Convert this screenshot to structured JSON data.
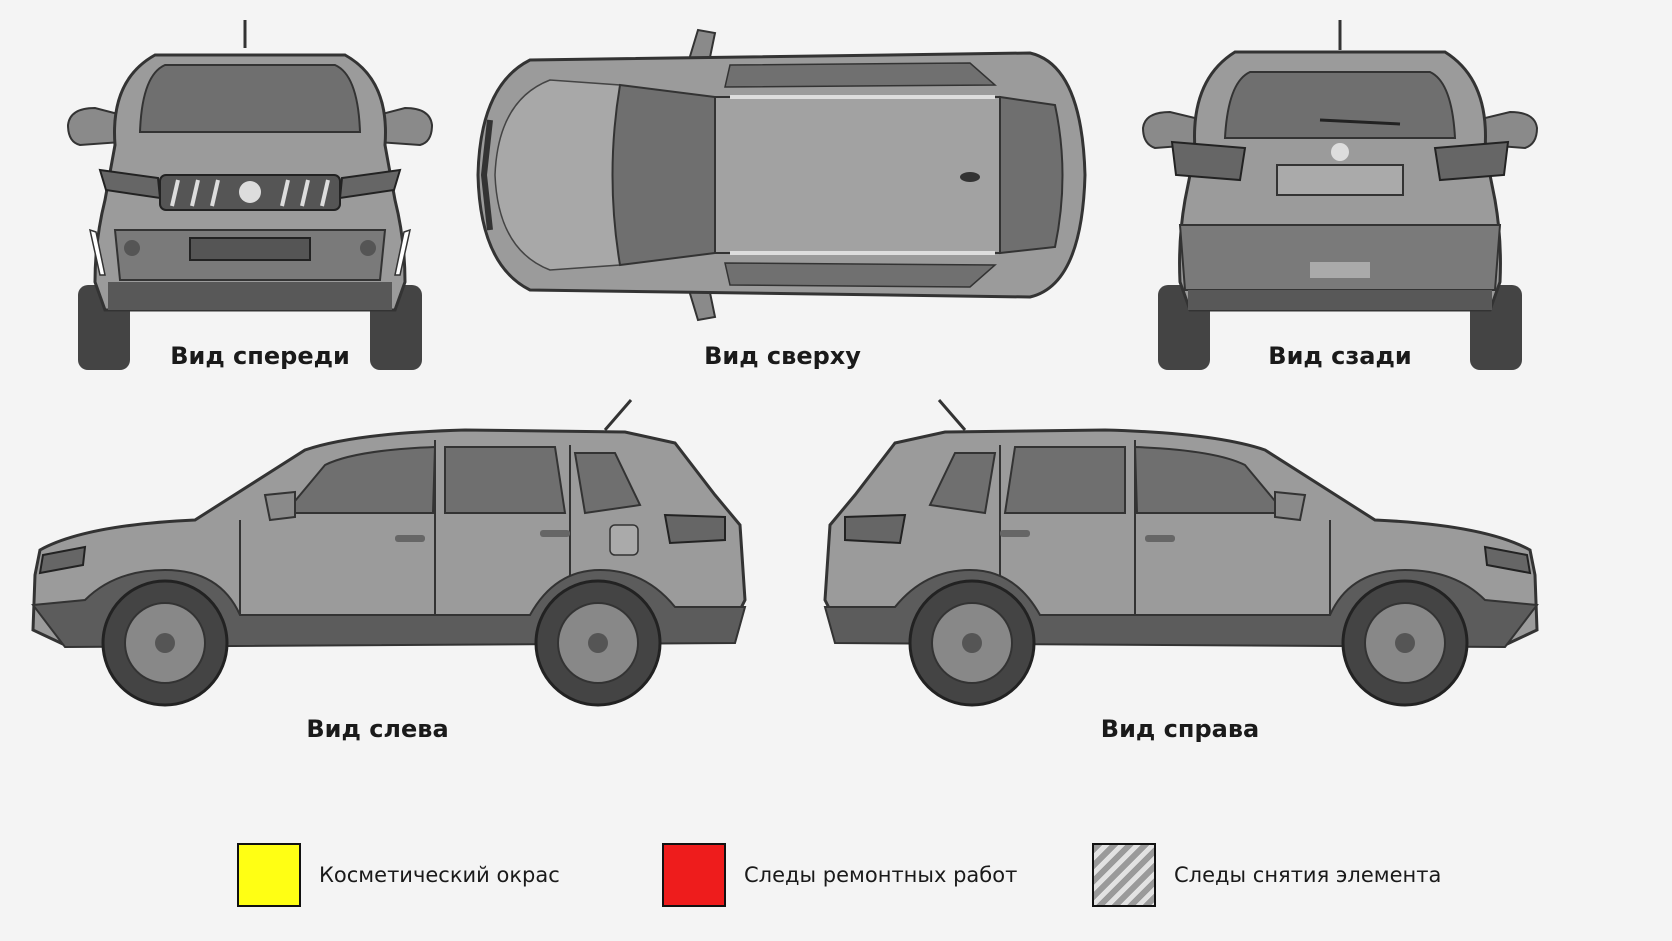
{
  "views": {
    "front": "Вид спереди",
    "top": "Вид сверху",
    "rear": "Вид сзади",
    "left": "Вид слева",
    "right": "Вид справа"
  },
  "legend": [
    {
      "label": "Косметический окрас",
      "color": "#ffff14",
      "pattern": "solid"
    },
    {
      "label": "Следы ремонтных работ",
      "color": "#ee1c1c",
      "pattern": "solid"
    },
    {
      "label": "Следы снятия элемента",
      "color": "#9a9a9a",
      "pattern": "hatched"
    }
  ]
}
